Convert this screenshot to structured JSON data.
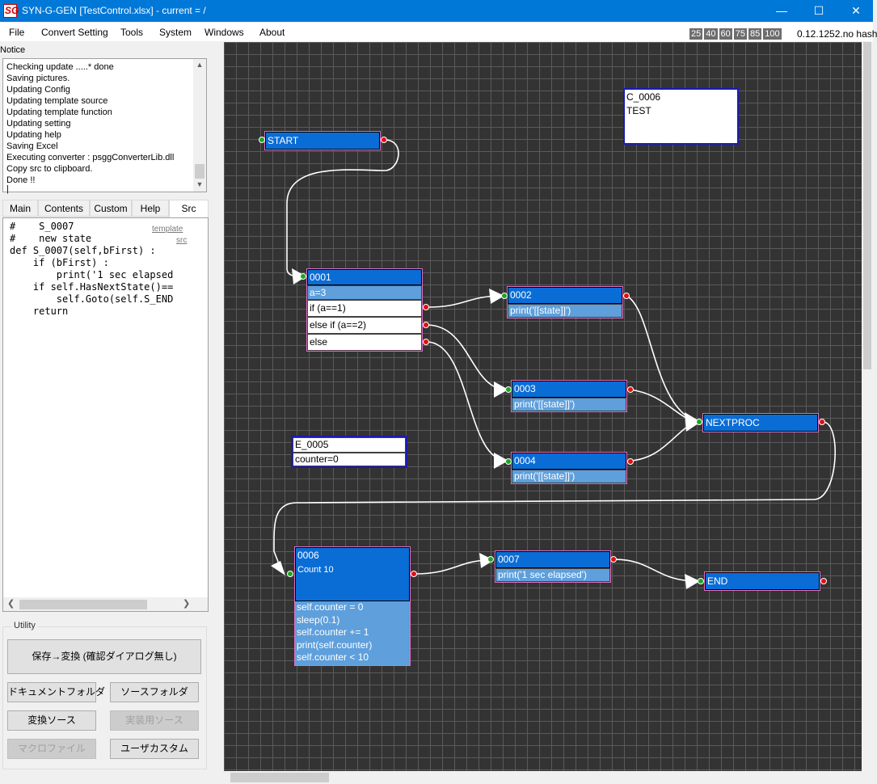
{
  "window": {
    "title": "SYN-G-GEN  [TestControl.xlsx] - current = /",
    "icon_label": "SG",
    "controls": {
      "minimize": "—",
      "maximize": "☐",
      "close": "✕"
    }
  },
  "menu": [
    "File",
    "Convert Setting",
    "Tools",
    "System",
    "Windows",
    "About"
  ],
  "zoom_levels": [
    "25",
    "40",
    "60",
    "75",
    "85",
    "100"
  ],
  "version": "0.12.1252.no hash",
  "notice": {
    "label": "Notice",
    "lines": [
      "Checking update .....* done",
      "Saving pictures.",
      "Updating Config",
      "Updating template source",
      "Updating template function",
      "Updating setting",
      "Updating help",
      "Saving Excel",
      "Executing converter : psggConverterLib.dll",
      "Copy src to clipboard.",
      "Done !!",
      "|"
    ]
  },
  "tabs": [
    "Main",
    "Contents",
    "Custom",
    "Help",
    "Src"
  ],
  "src": {
    "code": "#    S_0007\n#    new state\ndef S_0007(self,bFirst) :\n    if (bFirst) :\n        print('1 sec elapsed\n    if self.HasNextState()==\n        self.Goto(self.S_END\n    return",
    "link_template": "template",
    "link_src": "src"
  },
  "utility": {
    "label": "Utility",
    "save_convert": "保存→変換 (確認ダイアログ無し)",
    "doc_folder": "ドキュメントフォルダ",
    "src_folder": "ソースフォルダ",
    "converted_src": "変換ソース",
    "impl_src": "実装用ソース",
    "macro_file": "マクロファイル",
    "user_custom": "ユーザカスタム"
  },
  "nodes": {
    "start": {
      "title": "START"
    },
    "c0006": {
      "title": "C_0006",
      "body": "TEST"
    },
    "n0001": {
      "title": "0001",
      "rows": [
        "a=3",
        "if (a==1)",
        "else if (a==2)",
        "else"
      ]
    },
    "n0002": {
      "title": "0002",
      "row": "print('[[state]]')"
    },
    "n0003": {
      "title": "0003",
      "row": "print('[[state]]')"
    },
    "n0004": {
      "title": "0004",
      "row": "print('[[state]]')"
    },
    "e0005": {
      "title": "E_0005",
      "row": "counter=0"
    },
    "nextproc": {
      "title": "NEXTPROC"
    },
    "n0006": {
      "title": "0006",
      "sub": "Count 10",
      "rows": [
        "self.counter = 0",
        "sleep(0.1)",
        "self.counter += 1",
        "print(self.counter)",
        "self.counter < 10"
      ]
    },
    "n0007": {
      "title": "0007",
      "row": "print('1 sec elapsed')"
    },
    "end": {
      "title": "END"
    }
  }
}
